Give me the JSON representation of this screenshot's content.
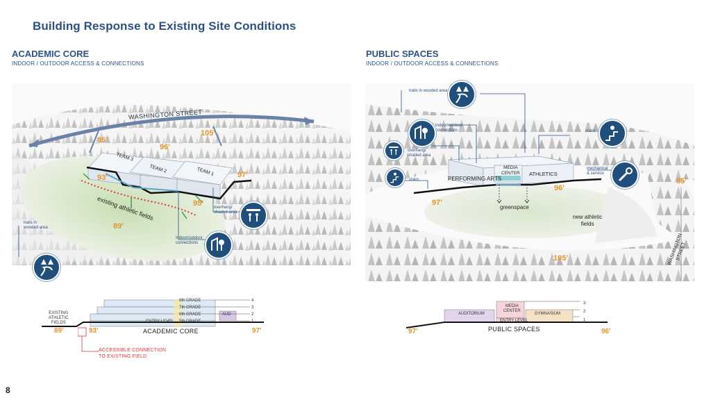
{
  "page": {
    "title": "Building Response to Existing Site Conditions",
    "page_number": "8"
  },
  "academic": {
    "title": "ACADEMIC CORE",
    "subtitle": "INDOOR / OUTDOOR ACCESS & CONNECTIONS",
    "street": "WASHINGTON STREET",
    "elev_85": "85'",
    "elev_96": "96'",
    "elev_105": "105'",
    "elev_93": "93'",
    "elev_97": "97'",
    "elev_95": "95'",
    "elev_89": "89'",
    "team3": "TEAM 3",
    "team2": "TEAM 2",
    "team1": "TEAM 1",
    "fields": "existing athletic fields",
    "trails": "trails in\nwooded area",
    "overhang": "overhang/\nshaded area",
    "indoor_outdoor": "indoor/outdoor\nconnections"
  },
  "public": {
    "title": "PUBLIC SPACES",
    "subtitle": "INDOOR / OUTDOOR ACCESS &  CONNECTIONS",
    "trails": "trails in wooded area",
    "indoor_outdoor": "indoor/outdoor\nconnections",
    "overhang": "overhang/\nshaded area",
    "stairs_left": "stairs",
    "stairs_right": "stairs",
    "mech": "mechanical\n& service",
    "performing": "PERFORMING ARTS",
    "media": "MEDIA\nCENTER",
    "athletics": "ATHLETICS",
    "greenspace": "greenspace",
    "new_fields": "new athletic\nfields",
    "elev_97": "97'",
    "elev_96": "96'",
    "elev_85": "85'",
    "elev_105": "105'",
    "street": "WASHINGTON\nSTREET"
  },
  "section_academic": {
    "label": "ACADEMIC CORE",
    "left_note": "EXISTING\nATHLETIC\nFIELDS",
    "grades": [
      "8th GRADE",
      "7th GRADE",
      "6th GRADE",
      "5th GRADE"
    ],
    "entry": "ENTRY LEVEL",
    "aud": "AUD",
    "levels": [
      "4",
      "3",
      "2",
      "1"
    ],
    "elev_89": "89'",
    "elev_93": "93'",
    "elev_97": "97'",
    "note": "ACCESSIBLE CONNECTION\nTO EXISTING FIELD"
  },
  "section_public": {
    "label": "PUBLIC SPACES",
    "auditorium": "AUDITORIUM",
    "media": "MEDIA\nCENTER",
    "gym": "GYMNASIUM",
    "entry": "ENTRY LEVEL",
    "levels": [
      "3",
      "2",
      "1"
    ],
    "elev_97": "97'",
    "elev_96": "96'"
  },
  "colors": {
    "navy": "#2e5184",
    "orange": "#e2962c",
    "icon_bg": "#1f4f7a",
    "red": "#d33"
  }
}
